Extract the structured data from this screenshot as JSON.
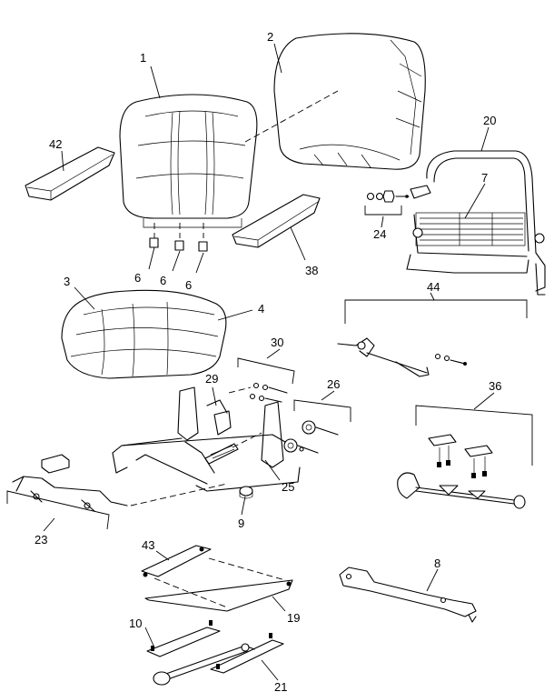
{
  "callouts": {
    "c1": "1",
    "c2": "2",
    "c3": "3",
    "c4": "4",
    "c6a": "6",
    "c6b": "6",
    "c6c": "6",
    "c7": "7",
    "c8": "8",
    "c9": "9",
    "c10": "10",
    "c19": "19",
    "c20": "20",
    "c21": "21",
    "c23": "23",
    "c24": "24",
    "c25": "25",
    "c26": "26",
    "c29": "29",
    "c30": "30",
    "c36": "36",
    "c38": "38",
    "c42": "42",
    "c43": "43",
    "c44": "44"
  }
}
